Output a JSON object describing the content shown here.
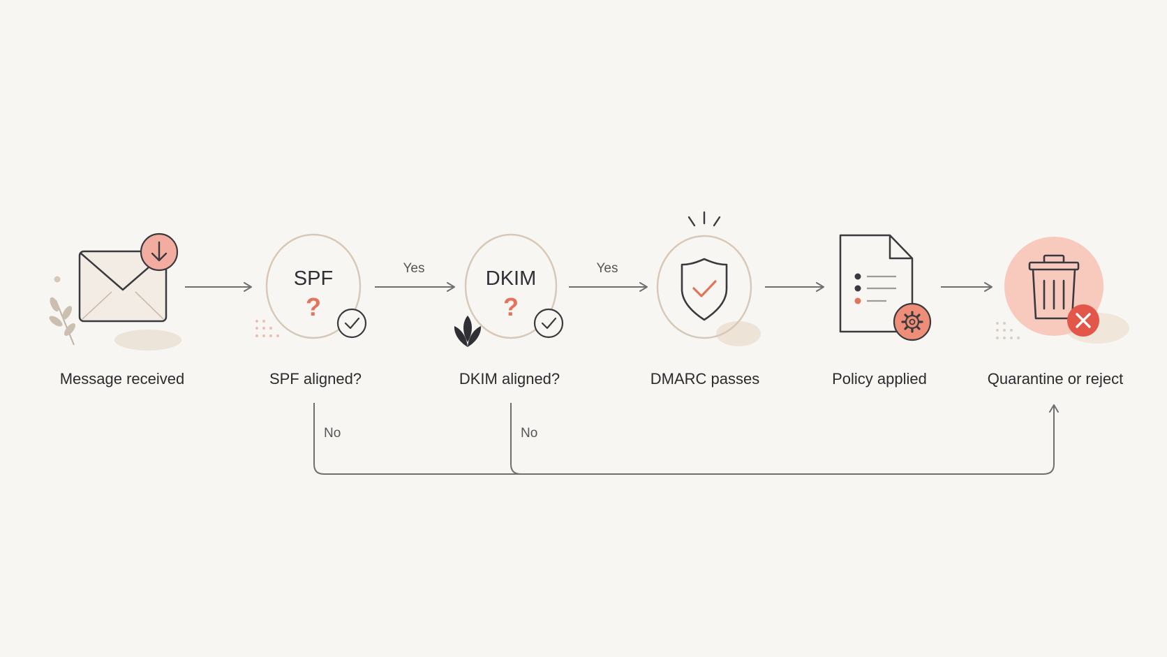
{
  "diagram": {
    "steps": [
      {
        "id": "message",
        "label": "Message received"
      },
      {
        "id": "spf",
        "label": "SPF aligned?",
        "node_text": "SPF",
        "mark": "?"
      },
      {
        "id": "dkim",
        "label": "DKIM aligned?",
        "node_text": "DKIM",
        "mark": "?"
      },
      {
        "id": "dmarc",
        "label": "DMARC passes"
      },
      {
        "id": "policy",
        "label": "Policy applied"
      },
      {
        "id": "quarantine",
        "label": "Quarantine or reject"
      }
    ],
    "edges": [
      {
        "from": "spf",
        "to": "dkim",
        "label": "Yes"
      },
      {
        "from": "dkim",
        "to": "dmarc",
        "label": "Yes"
      },
      {
        "from": "spf",
        "to": "quarantine",
        "label": "No"
      },
      {
        "from": "dkim",
        "to": "quarantine",
        "label": "No"
      }
    ],
    "icons": [
      "envelope-icon",
      "download-arrow-icon",
      "check-circle-icon",
      "shield-check-icon",
      "document-list-icon",
      "gear-icon",
      "trash-icon",
      "close-icon",
      "sprig-icon",
      "leaf-icon"
    ],
    "colors": {
      "accent": "#e3735b",
      "accent_soft": "#f7c9bc",
      "line": "#6f6f72",
      "ring": "#d7c8b8",
      "background": "#f8f6f2"
    }
  }
}
